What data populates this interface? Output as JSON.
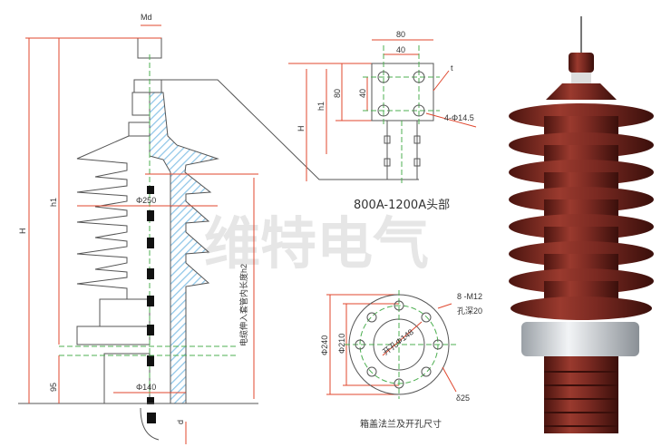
{
  "watermark": "维特电气",
  "main_drawing": {
    "md": "Md",
    "H": "H",
    "h1": "h1",
    "d95": "95",
    "phi250": "Φ250",
    "phi140": "Φ140",
    "d": "d",
    "h2_label": "电缆伸入套管内长度h2"
  },
  "head_detail": {
    "w80": "80",
    "w40": "40",
    "h80": "80",
    "h40": "40",
    "H": "H",
    "h1": "h1",
    "t": "t",
    "holes": "4-Φ14.5",
    "caption": "800A-1200A头部"
  },
  "flange_detail": {
    "phi240": "Φ240",
    "phi210": "Φ210",
    "bolts": "8 -M12",
    "depth": "孔深20",
    "bore": "开孔Φ148",
    "thickness": "δ25",
    "caption": "箱盖法兰及开孔尺寸"
  },
  "colors": {
    "dimension": "#e0472e",
    "porcelain": "#7b2a22",
    "hatch": "#8fc6e8"
  }
}
